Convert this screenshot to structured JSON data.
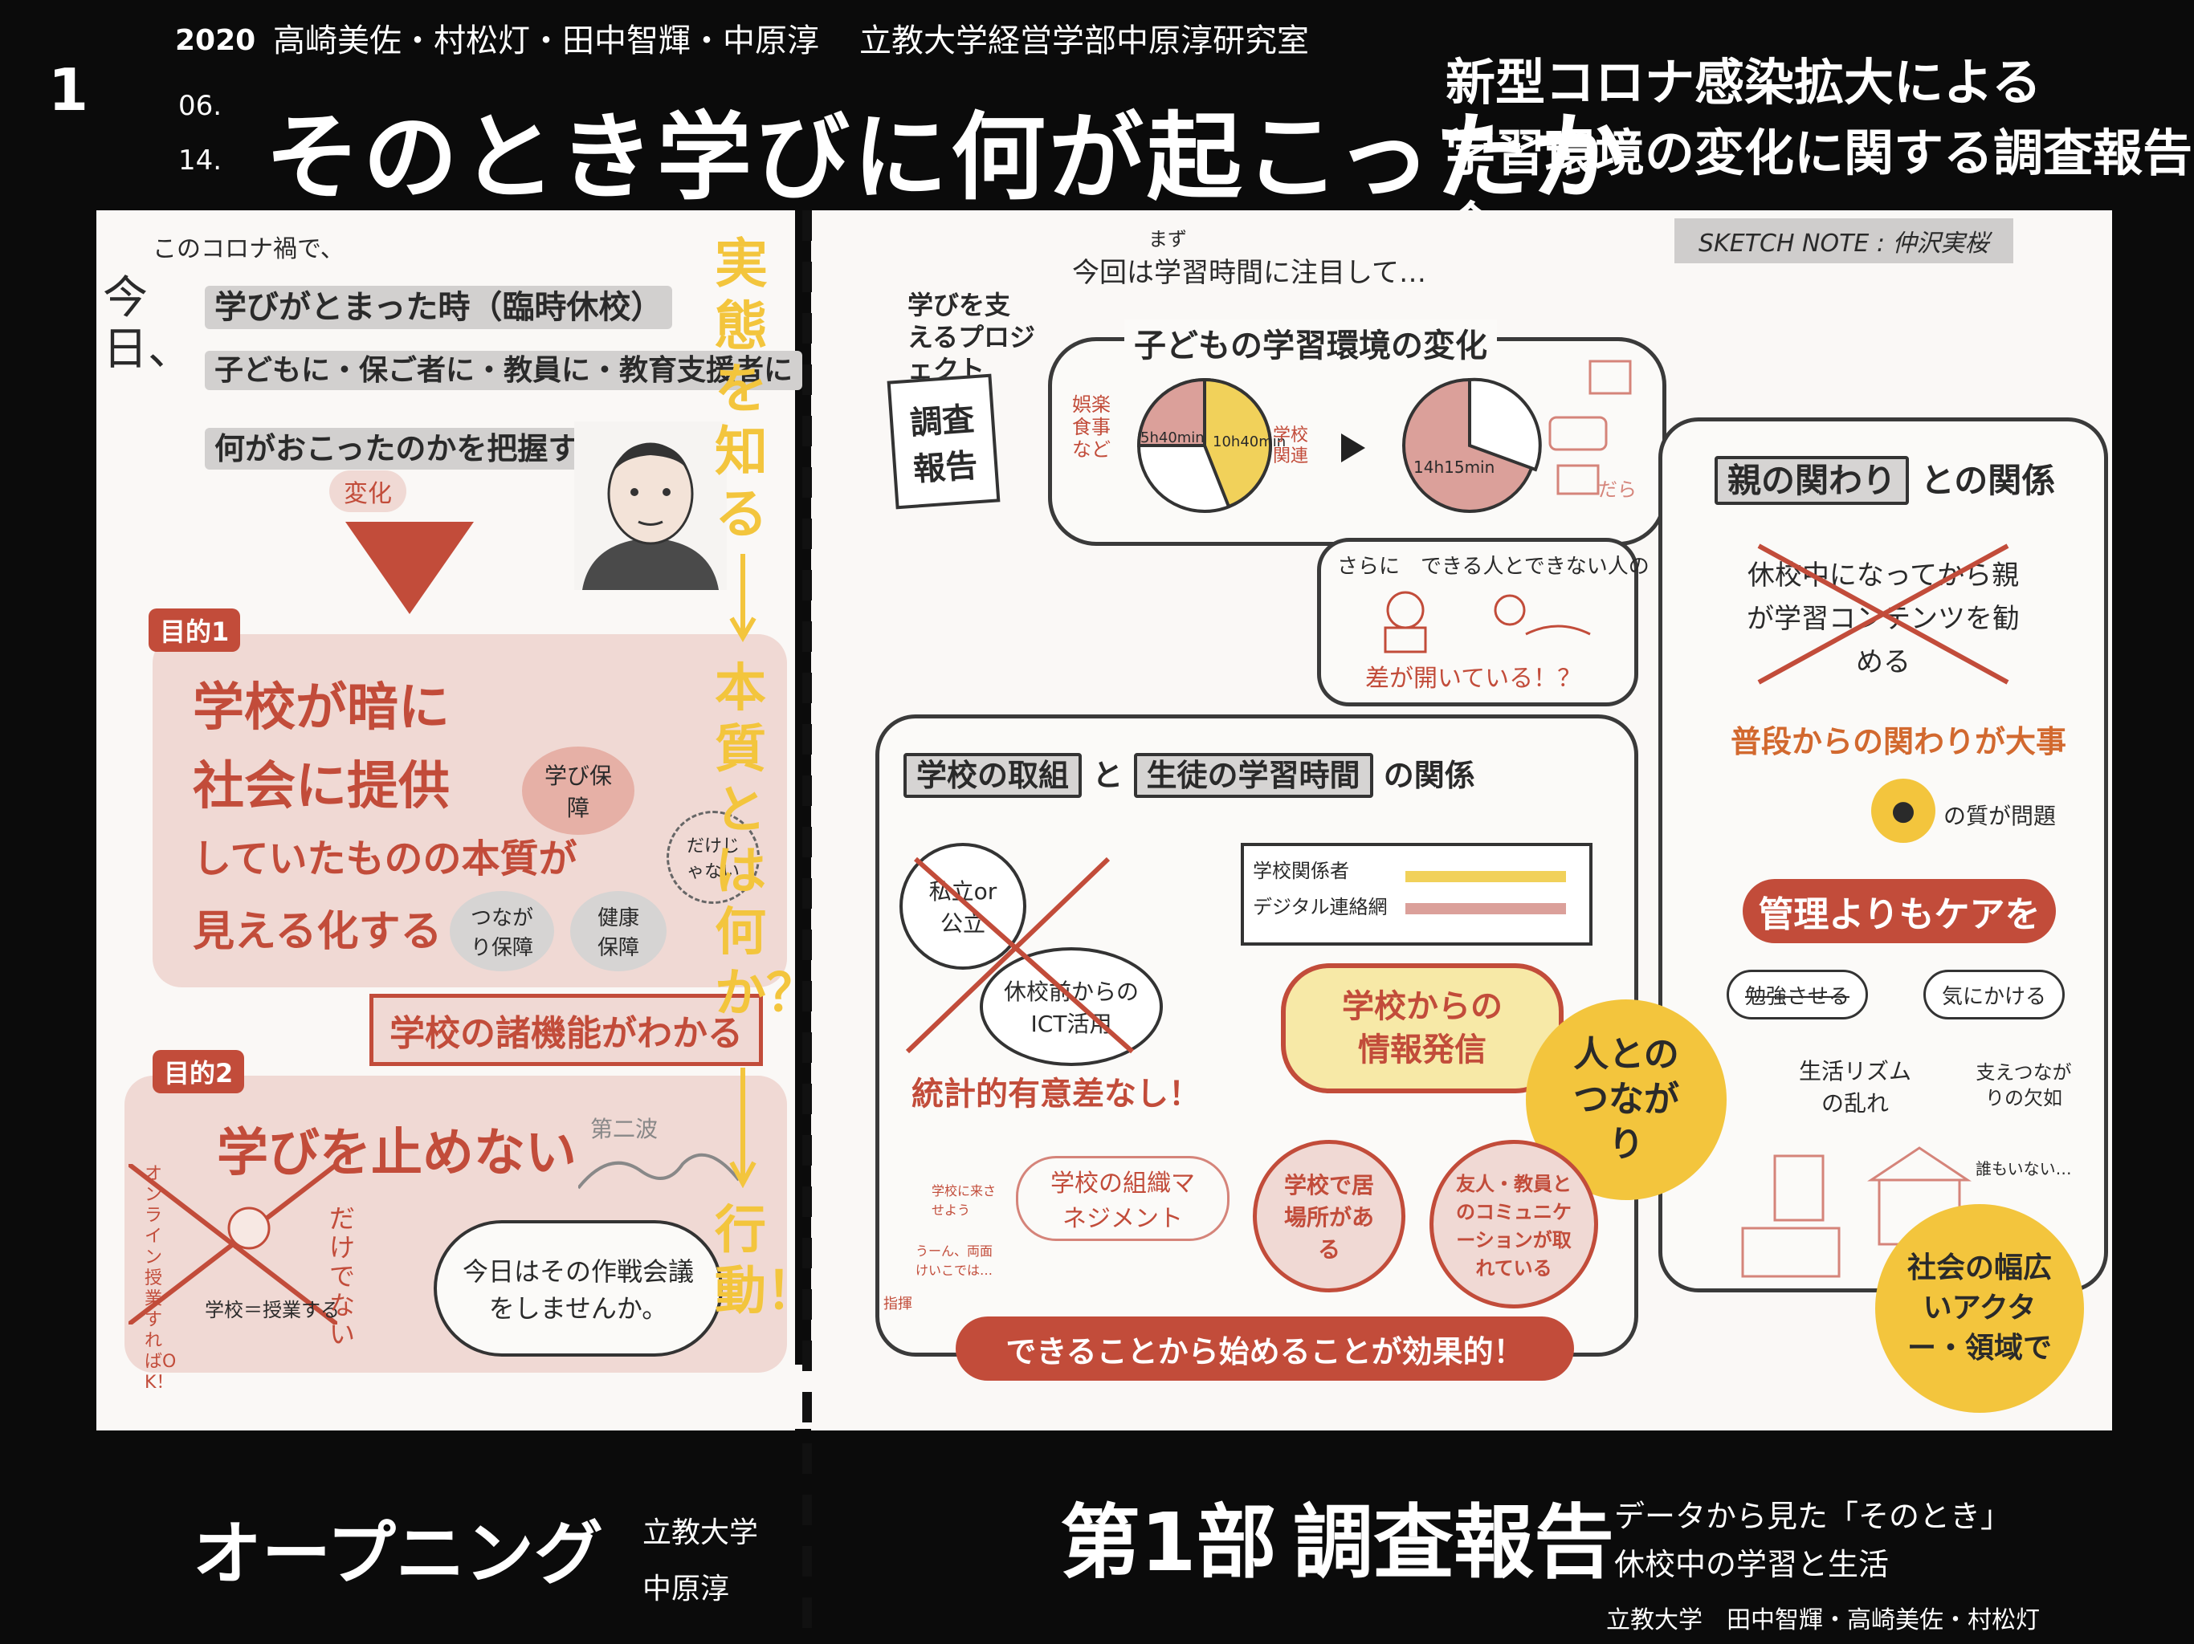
{
  "header": {
    "page_number": "1",
    "year": "2020",
    "date_month": "06.",
    "date_day": "14.",
    "authors": "高崎美佐・村松灯・田中智輝・中原淳",
    "lab": "立教大学経営学部中原淳研究室",
    "main_title": "そのとき学びに何が起こったか",
    "sub_title_line1": "新型コロナ感染拡大による",
    "sub_title_line2": "学習環境の変化に関する調査報告会",
    "sketch_note": "SKETCH NOTE : 仲沢実桜"
  },
  "left": {
    "intro_small": "このコロナ禍で、",
    "today": "今日、",
    "line1": "学びがとまった時（臨時休校）",
    "line2": "子どもに・保ご者に・教員に・教育支援者に",
    "line3": "何がおこったのかを把握する",
    "change_label": "変化",
    "purpose1_tag": "目的1",
    "p1_line1": "学校が暗に",
    "p1_line2": "社会に提供",
    "p1_line3": "していたものの本質が",
    "p1_line4": "見える化する",
    "p1_bubble_learning": "学び保障",
    "p1_bubble_not_only": "だけじゃない",
    "p1_bubble_connection": "つながり保障",
    "p1_bubble_health": "健康保障",
    "p1_result": "学校の諸機能がわかる",
    "purpose2_tag": "目的2",
    "p2_main": "学びを止めない",
    "p2_second_wave": "第二波",
    "p2_online": "オンライン授業すればOK！",
    "p2_school_class": "学校＝授業する",
    "p2_not_only": "だけでない",
    "p2_cloud": "今日はその作戦会議をしませんか。",
    "flow_word1": "実態を知る",
    "flow_word2": "本質とは何か？",
    "flow_word3": "行動！"
  },
  "right": {
    "study_time_note_small": "まず",
    "study_time_note": "今回は学習時間に注目して…",
    "project_label": "学びを支えるプロジェクト",
    "report_doc": "調査報告",
    "env_change_title": "子どもの学習環境の変化",
    "pie_left_labels": "娯楽 食事 など",
    "pie_left_a": "5h40min",
    "pie_left_b": "10h40min",
    "pie_left_c": "学校関連",
    "pie_right_a": "14h15min",
    "pie_right_note": "だら",
    "more_gap_line1": "さらに　できる人とできない人の",
    "more_gap_line2": "差が開いている！？",
    "parents_title": "親の関わり",
    "parents_title_suffix": "との関係",
    "parents_crossed": "休校中になってから親が学習コンテンツを勧める",
    "parents_daily": "普段からの関わりが大事",
    "parents_quality": "の質が問題",
    "care_pill": "管理よりもケアを",
    "bubble_make_study": "勉強させる",
    "bubble_care": "気にかける",
    "life_rhythm": "生活リズムの乱れ",
    "support_loss": "支えつながりの欠如",
    "nobody": "誰もいない…",
    "social_circle": "社会の幅広いアクター・領域で",
    "school_rel_a": "学校の取組",
    "school_rel_and": "と",
    "school_rel_b": "生徒の学習時間",
    "school_rel_c": "の関係",
    "crossed_public_private": "私立or公立",
    "crossed_ict": "休校前からのICT活用",
    "no_significance": "統計的有意差なし！",
    "legend_line1": "学校関係者",
    "legend_line2": "デジタル連絡網",
    "info_pill": "学校からの情報発信",
    "connection_circle": "人とのつながり",
    "org_management": "学校の組織マネジメント",
    "place_circle": "学校で居場所がある",
    "comm_circle": "友人・教員とのコミュニケーションが取れている",
    "doodle_note1": "学校に来させよう",
    "doodle_note2": "うーん、両面けいこでは…",
    "doodle_note3": "指揮",
    "effective_pill": "できることから始めることが効果的！"
  },
  "footer": {
    "opening": "オープニング",
    "opening_speaker_line1": "立教大学",
    "opening_speaker_line2": "中原淳",
    "part1": "第1部",
    "part1_title": "調査報告",
    "part1_sub1": "データから見た「そのとき」",
    "part1_sub2": "休校中の学習と生活",
    "part1_speakers": "立教大学　田中智輝・高崎美佐・村松灯"
  }
}
